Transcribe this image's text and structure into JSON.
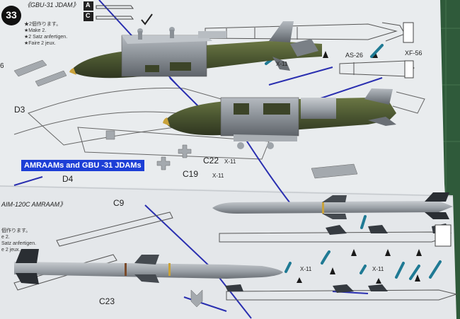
{
  "caption": "AMRAAMs and GBU -31 JDAMs",
  "sheet": {
    "section_number": "33",
    "section_title": "《GBU-31 JDAM》",
    "make_notes": [
      "★2個作ります。",
      "★Make 2.",
      "★2 Satz anfertigen.",
      "★Faire 2 jeux."
    ],
    "amraam_title": "AIM-120C AMRAAM》",
    "amraam_notes": [
      "個作ります。",
      "e 2.",
      "Satz anfertigen.",
      "e 2 jeux."
    ],
    "option_a": "A",
    "option_c": "C"
  },
  "part_labels": {
    "d3": "D3",
    "d4": "D4",
    "c9": "C9",
    "c19": "C19",
    "c22": "C22",
    "c23": "C23",
    "x11_a": "X-11",
    "x11_b": "X-11",
    "x11_c": "X-11",
    "x11_d": "X-11",
    "x11_e": "X-11",
    "as26": "AS-26",
    "xf56": "XF-56",
    "num_6": "6"
  },
  "colors": {
    "paper": "#e9ecee",
    "background_mat": "#2f5a3a",
    "jdam_olive": "#4a5530",
    "kit_gray": "#8a9096",
    "caption_blue": "#1d3fd6",
    "pen_blue": "#2a2fb0",
    "teal_part": "#1f7a94"
  }
}
